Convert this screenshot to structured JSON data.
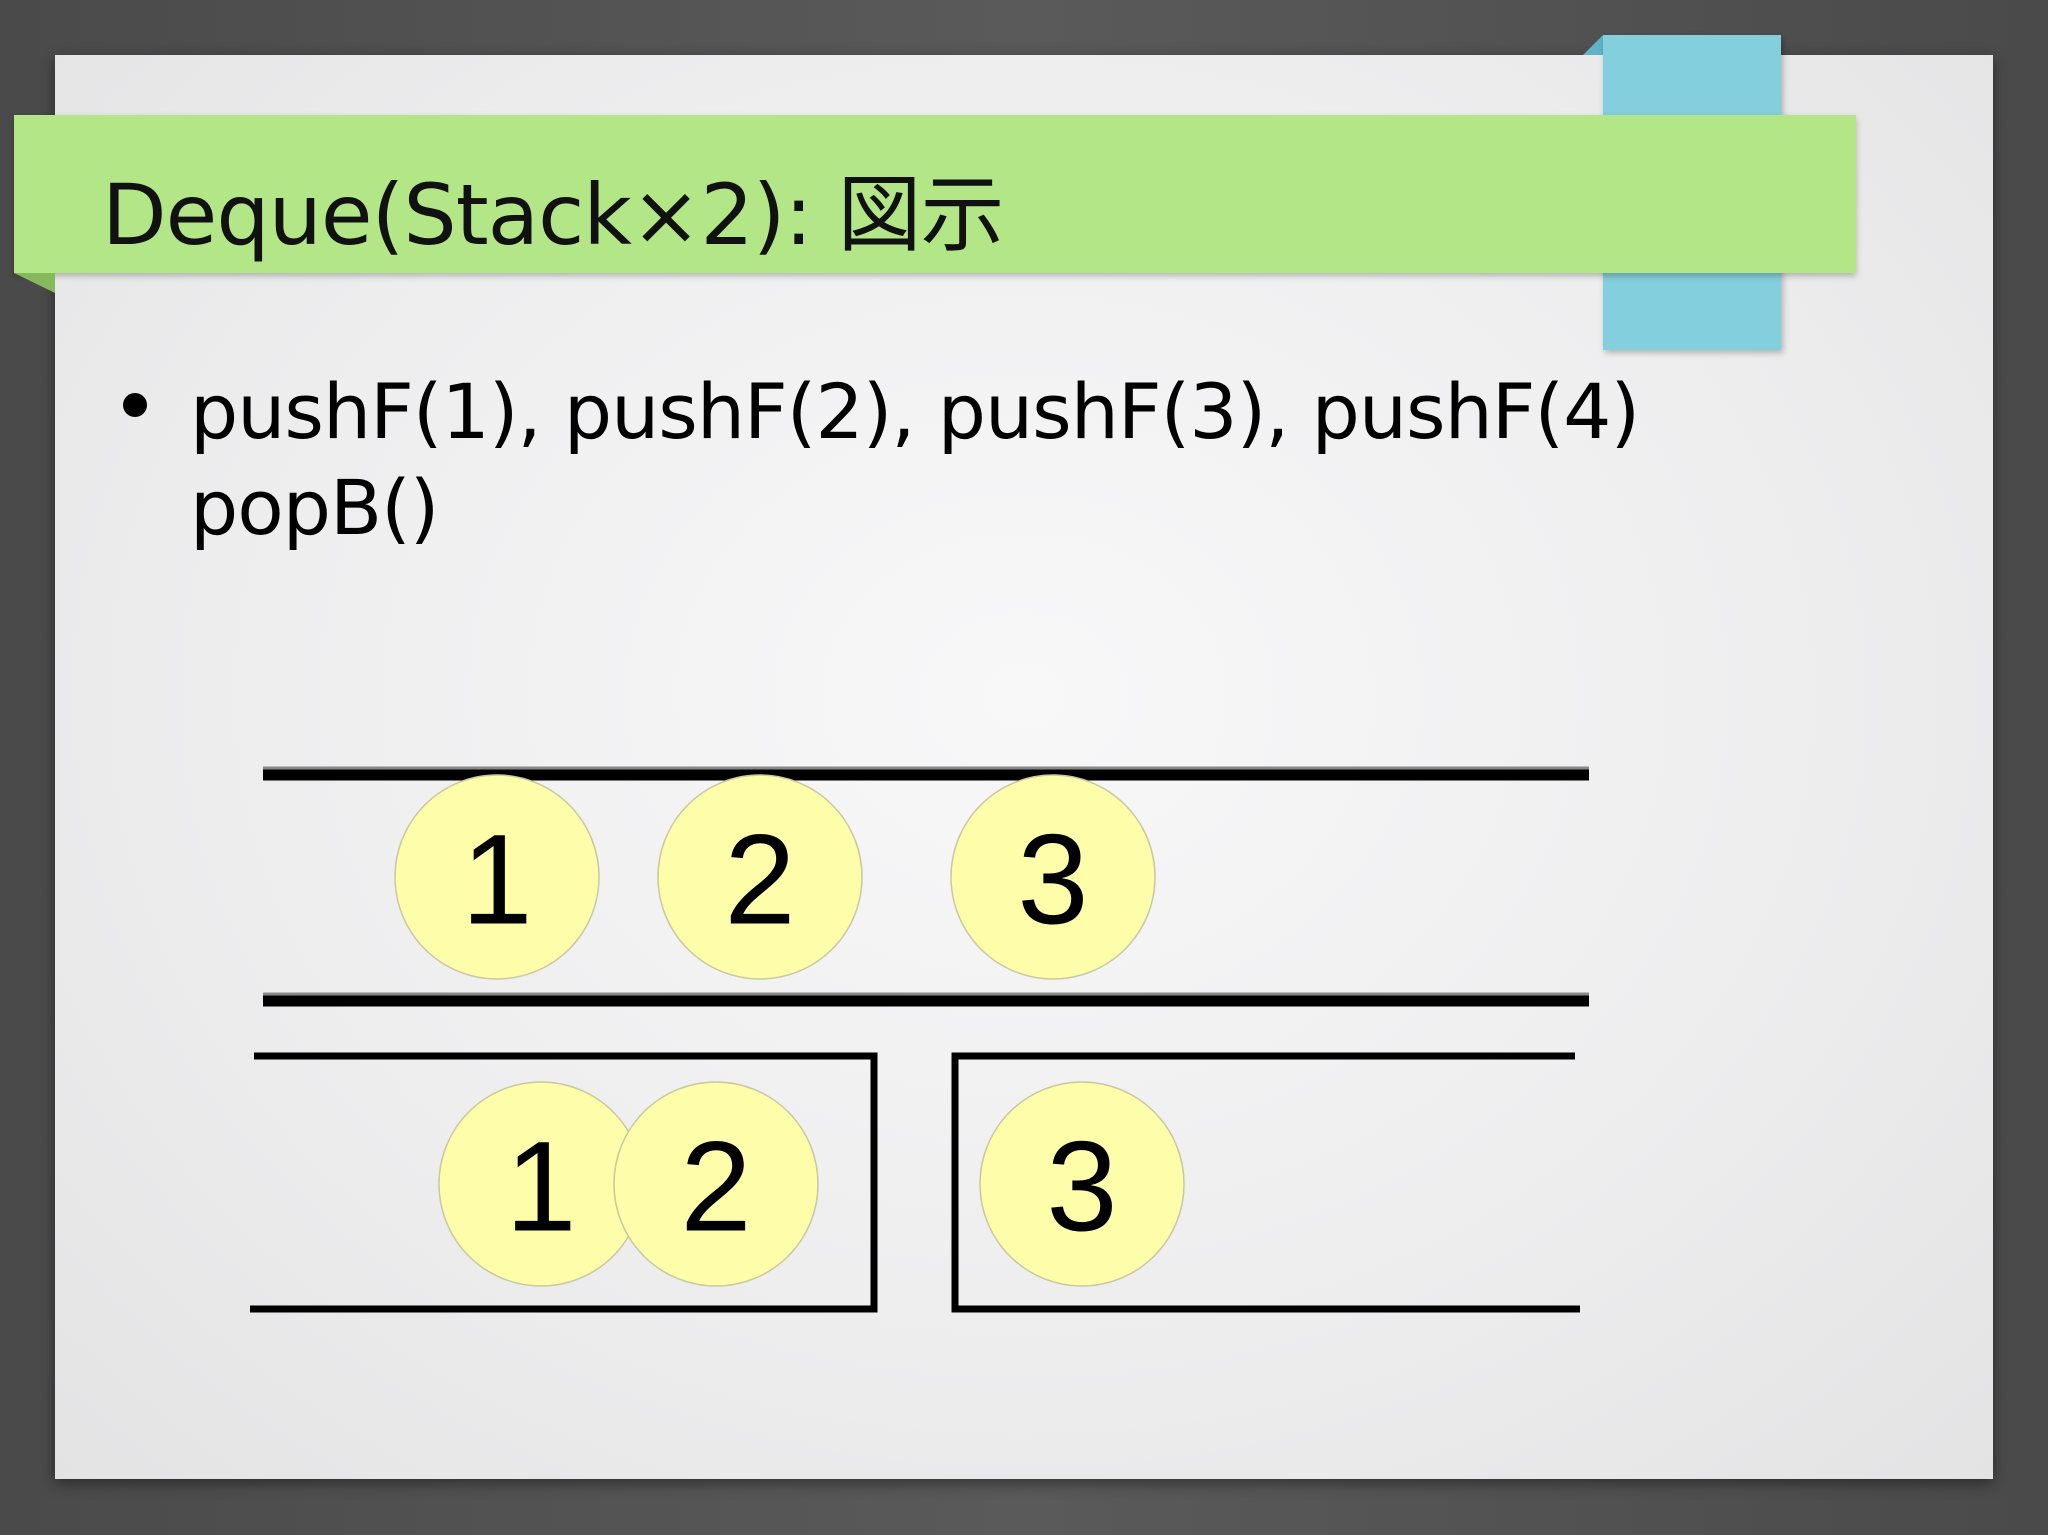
{
  "slide": {
    "title": "Deque(Stack×2): 図示",
    "bullet": {
      "line1": "pushF(1),  pushF(2), pushF(3), pushF(4)",
      "line2": "popB()"
    }
  },
  "colors": {
    "title_bar": "#b3e686",
    "accent": "#84cfdd",
    "node_fill": "#fdfdaa",
    "frame": "#4d4d4d"
  },
  "diagram": {
    "deque_nodes": [
      "1",
      "2",
      "3"
    ],
    "left_stack_nodes": [
      "1",
      "2"
    ],
    "right_stack_nodes": [
      "3"
    ]
  }
}
